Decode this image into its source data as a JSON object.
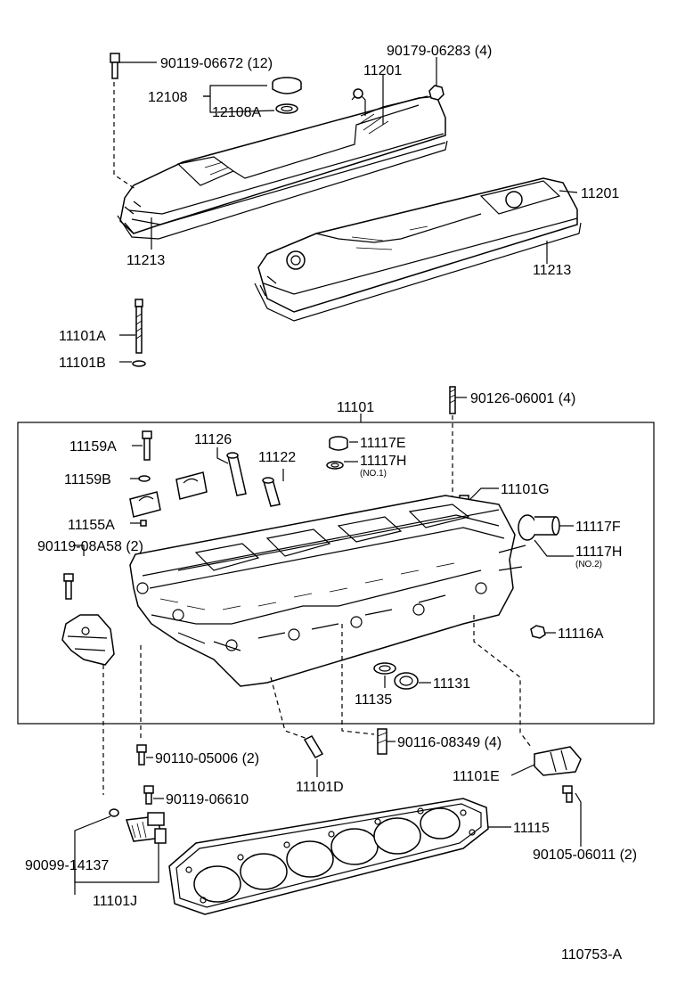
{
  "diagram_id": "110753-A",
  "labels": {
    "p90119_06672": "90119-06672 (12)",
    "p90179_06283": "90179-06283 (4)",
    "p11201_a": "11201",
    "p12108": "12108",
    "p12108A": "12108A",
    "p11201_b": "11201",
    "p11213_a": "11213",
    "p11213_b": "11213",
    "p11101A": "11101A",
    "p11101B": "11101B",
    "p90126_06001": "90126-06001 (4)",
    "p11101": "11101",
    "p11159A": "11159A",
    "p11126": "11126",
    "p11122": "11122",
    "p11117E": "11117E",
    "p11117H_1": "11117H",
    "no1": "(NO.1)",
    "p11159B": "11159B",
    "p11101G": "11101G",
    "p11155A": "11155A",
    "p11117F": "11117F",
    "p90119_08A58": "90119-08A58 (2)",
    "p11117H_2": "11117H",
    "no2": "(NO.2)",
    "p11116A": "11116A",
    "p11131": "11131",
    "p11135": "11135",
    "p90110_05006": "90110-05006 (2)",
    "p90116_08349": "90116-08349 (4)",
    "p11101E": "11101E",
    "p11101D": "11101D",
    "p90119_06610": "90119-06610",
    "p11115": "11115",
    "p90099_14137": "90099-14137",
    "p90105_06011": "90105-06011 (2)",
    "p11101J": "11101J"
  }
}
